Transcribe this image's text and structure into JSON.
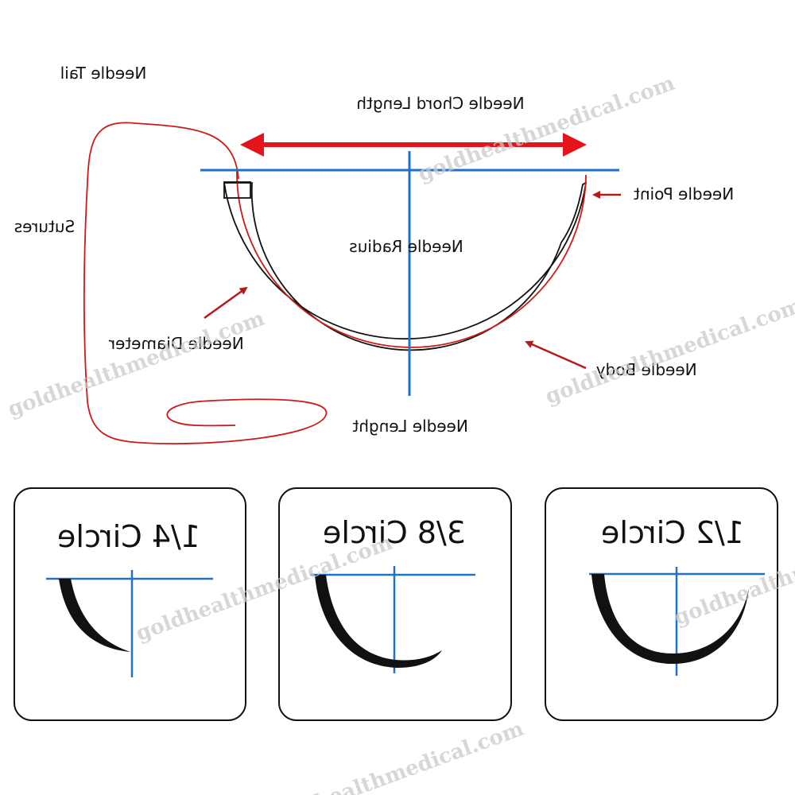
{
  "labels": {
    "needle_tail": "Needle Tail",
    "needle_chord_length": "Needle Chord Length",
    "needle_point": "Needle Point",
    "sutures": "Sutures",
    "needle_radius": "Needle Radius",
    "needle_diameter": "Needle Diameter",
    "needle_body": "Needle Body",
    "needle_lenght": "Needle Lenght"
  },
  "cards": [
    {
      "title": "1/4 Circle"
    },
    {
      "title": "3/8 Circle"
    },
    {
      "title": "1/2 Circle"
    }
  ],
  "watermark": "goldhealthmedical.com",
  "colors": {
    "axis_blue": "#1f73c4",
    "arrow_red": "#e3141b",
    "suture_red": "#cc1a1a",
    "pointer_red": "#b51a1a",
    "needle_black": "#111111",
    "watermark_gray": "#c9c9c9"
  }
}
